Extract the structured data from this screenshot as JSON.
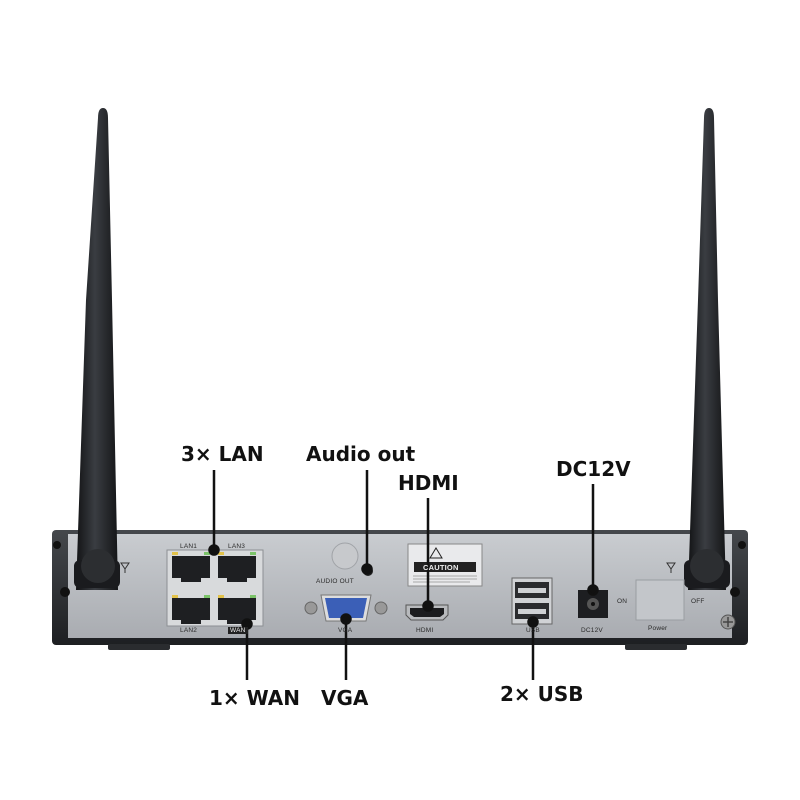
{
  "callouts": {
    "lan": "3× LAN",
    "audio": "Audio out",
    "hdmi": "HDMI",
    "dc": "DC12V",
    "wan": "1× WAN",
    "vga": "VGA",
    "usb": "2× USB"
  },
  "panel_labels": {
    "lan1": "LAN1",
    "lan3": "LAN3",
    "lan2": "LAN2",
    "wan": "WAN",
    "audio_out": "AUDIO OUT",
    "vga": "VGA",
    "hdmi": "HDMI",
    "usb": "USB",
    "dc12v": "DC12V",
    "on": "ON",
    "off": "OFF",
    "power": "Power",
    "caution": "CAUTION"
  },
  "colors": {
    "panel": "#b9bcc0",
    "frame": "#2b2d30",
    "antenna": "#1f2124",
    "vga_port": "#3b5fb7",
    "callout_line": "#111111"
  },
  "icons": [
    "antenna-icon",
    "ground-icon",
    "warning-icon"
  ]
}
